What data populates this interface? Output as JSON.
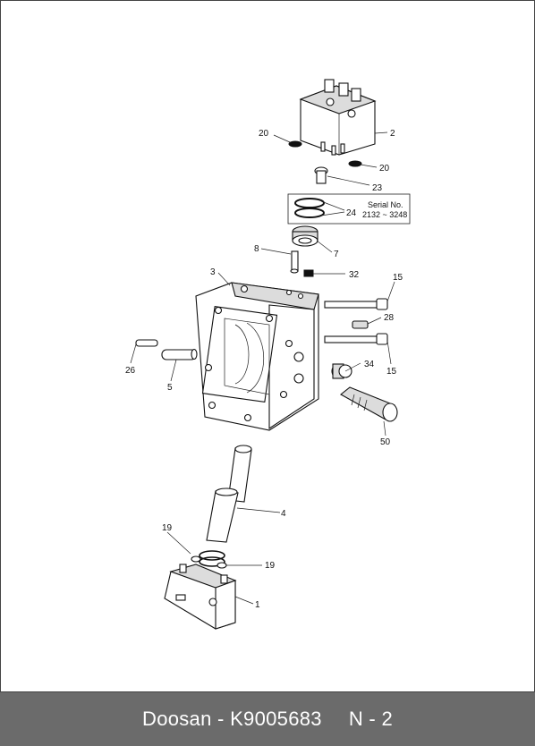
{
  "footer": {
    "brand_part": "Doosan - K9005683",
    "page": "N - 2"
  },
  "serial_box": {
    "line1": "Serial No.",
    "line2": "2132 ~ 3248"
  },
  "callouts": {
    "c1": "1",
    "c2": "2",
    "c3": "3",
    "c4": "4",
    "c5": "5",
    "c7": "7",
    "c8": "8",
    "c15a": "15",
    "c15b": "15",
    "c19a": "19",
    "c19b": "19",
    "c20a": "20",
    "c20b": "20",
    "c23": "23",
    "c24": "24",
    "c26": "26",
    "c28": "28",
    "c32": "32",
    "c34": "34",
    "c50": "50"
  }
}
